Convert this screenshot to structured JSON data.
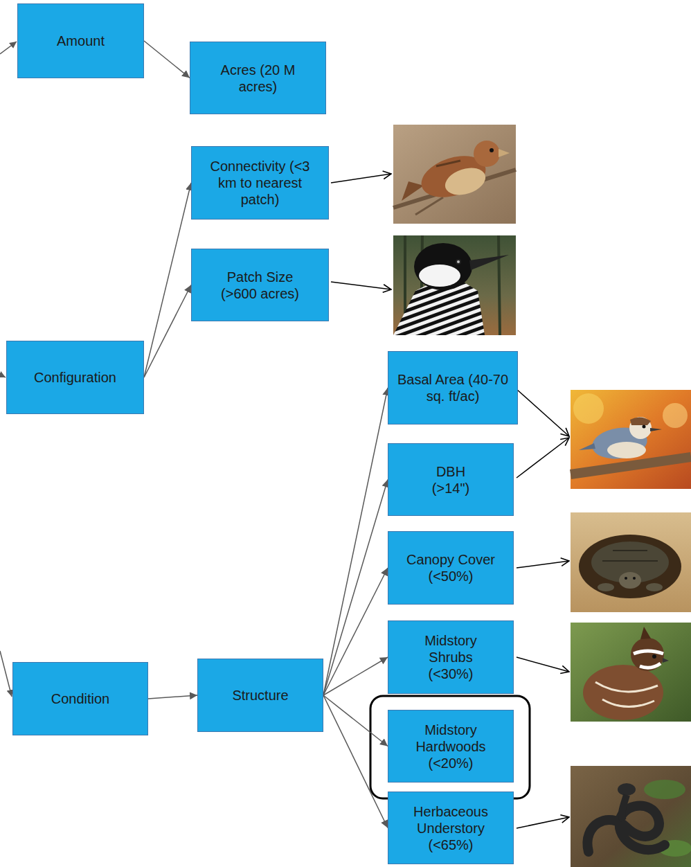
{
  "diagram": {
    "nodes": [
      {
        "text": [
          "Amount"
        ]
      },
      {
        "text": [
          "Acres (20 M acres)"
        ]
      },
      {
        "text": [
          "Connectivity (<3 km to nearest patch)"
        ]
      },
      {
        "text": [
          "Patch Size (>600 acres)"
        ]
      },
      {
        "text": [
          "Configuration"
        ]
      },
      {
        "text": [
          "Basal Area (40-70 sq. ft/ac)"
        ]
      },
      {
        "text": [
          "DBH (>14\")"
        ]
      },
      {
        "text": [
          "Canopy Cover (<50%)"
        ]
      },
      {
        "text": [
          "Midstory Shrubs (<30%)"
        ]
      },
      {
        "text": [
          "Condition"
        ]
      },
      {
        "text": [
          "Structure"
        ]
      },
      {
        "text": [
          "Midstory Hardwoods (<20%)"
        ]
      },
      {
        "text": [
          "Herbaceous Understory (<65%)"
        ]
      }
    ],
    "edges": [
      {
        "from": 0,
        "to": 1,
        "arrow": "to"
      },
      {
        "from": 4,
        "to": 2,
        "arrow": "to"
      },
      {
        "from": 4,
        "to": 3,
        "arrow": "to"
      },
      {
        "from": 9,
        "to": 10,
        "arrow": "to"
      },
      {
        "from": 10,
        "to": 5,
        "arrow": "to"
      },
      {
        "from": 10,
        "to": 6,
        "arrow": "to"
      },
      {
        "from": 10,
        "to": 7,
        "arrow": "to"
      },
      {
        "from": 10,
        "to": 8,
        "arrow": "to"
      },
      {
        "from": 10,
        "to": 11,
        "arrow": "to"
      },
      {
        "from": 10,
        "to": 12,
        "arrow": "to"
      }
    ]
  }
}
